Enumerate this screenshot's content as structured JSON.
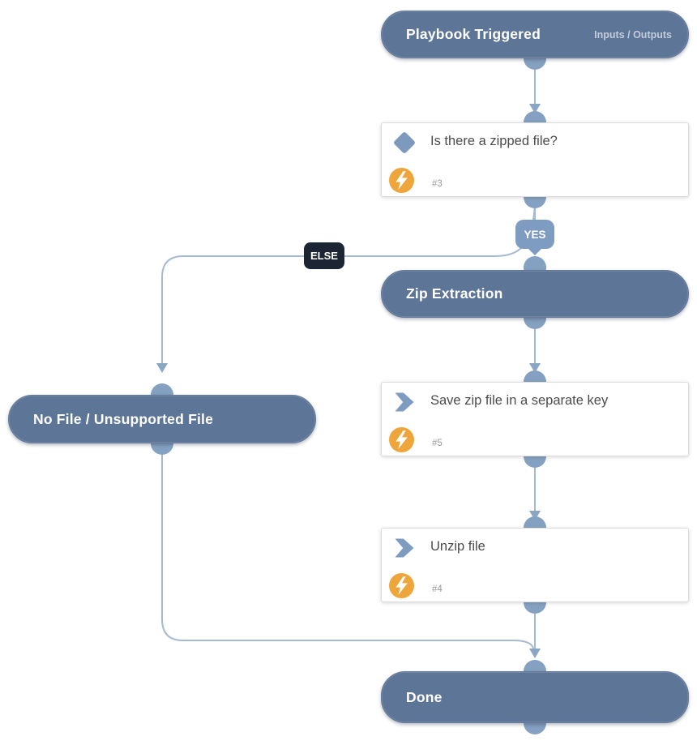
{
  "nodes": {
    "start": {
      "title": "Playbook Triggered",
      "secondary_link": "Inputs / Outputs"
    },
    "condition": {
      "title": "Is there a zipped file?",
      "task_number": "#3"
    },
    "zip_extraction": {
      "title": "Zip Extraction"
    },
    "no_file": {
      "title": "No File / Unsupported File"
    },
    "save_zip": {
      "title": "Save zip file in a separate key",
      "task_number": "#5"
    },
    "unzip": {
      "title": "Unzip file",
      "task_number": "#4"
    },
    "done": {
      "title": "Done"
    }
  },
  "edge_labels": {
    "yes": "YES",
    "else": "ELSE"
  },
  "icons": {
    "condition_icon": "diamond-icon",
    "automation_icon": "lightning-icon",
    "task_icon": "chevron-icon"
  },
  "colors": {
    "section_fill": "#5d7596",
    "card_background": "#ffffff",
    "connector_line": "#a5bad1",
    "connector_dot": "#85a1c1",
    "arrowhead": "#8ba6c4",
    "yes_badge": "#7e9cc2",
    "else_badge": "#1d2433",
    "automation_orange": "#eea63c",
    "icon_blue": "#7d9cc0",
    "card_title_text": "#4b4b4b"
  }
}
